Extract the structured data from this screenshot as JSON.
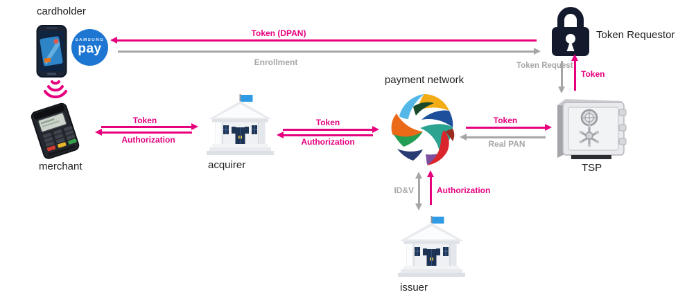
{
  "colors": {
    "magenta": "#e6007e",
    "gray": "#a6a6a6",
    "text": "#1f1f1f",
    "samsung_blue": "#1c76d2",
    "lock_dark": "#141a2e"
  },
  "nodes": {
    "cardholder": {
      "label": "cardholder"
    },
    "samsung_pay": {
      "brand_top": "SAMSUNG",
      "brand_main": "pay"
    },
    "merchant": {
      "label": "merchant"
    },
    "acquirer": {
      "label": "acquirer"
    },
    "payment_network": {
      "label": "payment network"
    },
    "issuer": {
      "label": "issuer"
    },
    "tsp": {
      "label": "TSP"
    },
    "token_requestor": {
      "label": "Token Requestor"
    }
  },
  "arrows": {
    "token_dpan": {
      "label": "Token (DPAN)",
      "direction": "left",
      "color": "magenta"
    },
    "enrollment": {
      "label": "Enrollment",
      "direction": "right",
      "color": "gray"
    },
    "token_request": {
      "label": "Token Request",
      "direction": "down",
      "color": "gray"
    },
    "token_issued": {
      "label": "Token",
      "direction": "up",
      "color": "magenta"
    },
    "merchant_token": {
      "label": "Token",
      "direction": "right",
      "color": "magenta"
    },
    "merchant_authorization": {
      "label": "Authorization",
      "direction": "left",
      "color": "magenta"
    },
    "acquirer_token": {
      "label": "Token",
      "direction": "right",
      "color": "magenta"
    },
    "acquirer_authorization": {
      "label": "Authorization",
      "direction": "left",
      "color": "magenta"
    },
    "network_token": {
      "label": "Token",
      "direction": "right",
      "color": "magenta"
    },
    "real_pan": {
      "label": "Real PAN",
      "direction": "left",
      "color": "gray"
    },
    "idv": {
      "label": "ID&V",
      "direction": "both",
      "color": "gray"
    },
    "issuer_authorization": {
      "label": "Authorization",
      "direction": "up",
      "color": "magenta"
    }
  }
}
